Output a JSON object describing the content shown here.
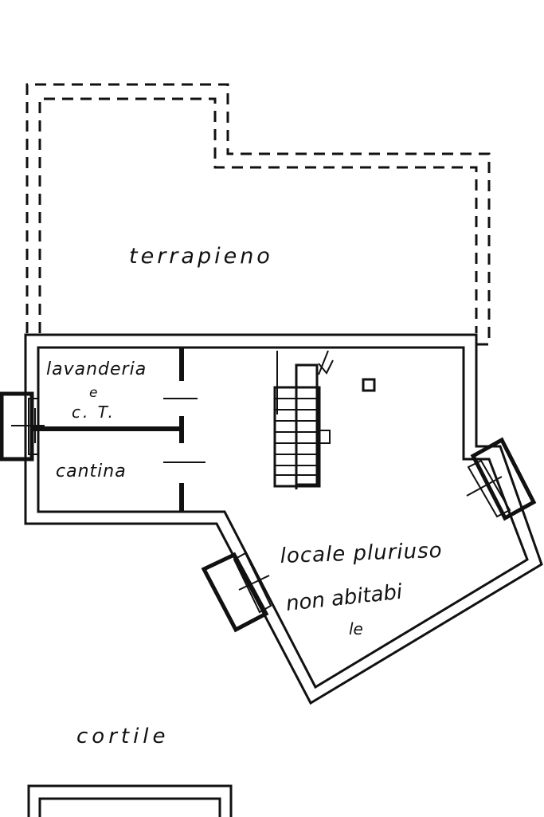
{
  "labels": {
    "terrapieno": "terrapieno",
    "lavanderia": "lavanderia",
    "e": "e",
    "ct": "c. T.",
    "cantina": "cantina",
    "locale_1": "locale pluriuso",
    "locale_2": "non abitabi",
    "locale_3": "le",
    "cortile": "cortile"
  },
  "colors": {
    "ink": "#111111",
    "paper": "#ffffff"
  }
}
